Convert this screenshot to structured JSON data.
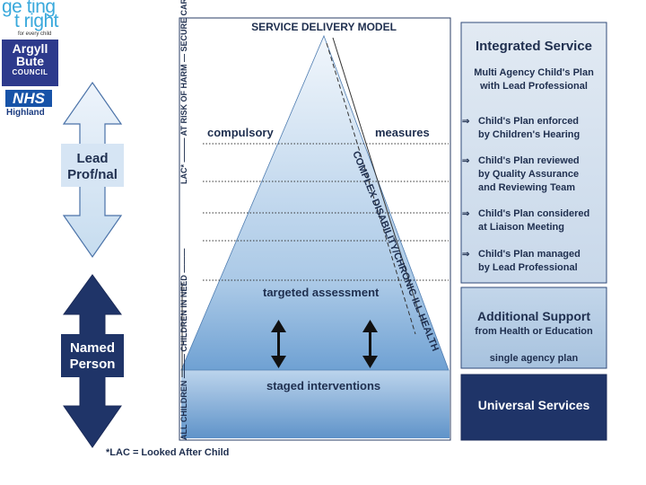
{
  "logos": {
    "getting_it_right_line1": "ge ting",
    "getting_it_right_line2": "t right",
    "getting_it_right_tagline": "for every child",
    "argyll_line1": "Argyll",
    "argyll_line2": "Bute",
    "argyll_line3": "COUNCIL",
    "nhs": "NHS",
    "highland": "Highland"
  },
  "diagram": {
    "title": "SERVICE DELIVERY MODEL",
    "compulsory": "compulsory",
    "measures": "measures",
    "targeted_assessment": "targeted assessment",
    "staged_interventions": "staged interventions",
    "complex_disability": "COMPLEX DISABILITY/CHRONIC ILL HEALTH",
    "side_axis_top": "LAC* ——— AT RISK OF HARM — SECURE CARE",
    "side_axis_bottom": "ALL CHILDREN ——— CHILDREN IN NEED ———",
    "footnote": "*LAC = Looked After Child"
  },
  "left_arrows": {
    "lead_line1": "Lead",
    "lead_line2": "Prof/nal",
    "named_line1": "Named",
    "named_line2": "Person"
  },
  "right_panels": {
    "integrated_title": "Integrated Service",
    "integrated_sub1": "Multi Agency Child's Plan",
    "integrated_sub2": "with Lead Professional",
    "items": [
      {
        "line1": "Child's Plan enforced",
        "line2": "by Children's Hearing",
        "line3": ""
      },
      {
        "line1": "Child's Plan reviewed",
        "line2": "by Quality Assurance",
        "line3": "and Reviewing Team"
      },
      {
        "line1": "Child's Plan considered",
        "line2": "at Liaison Meeting",
        "line3": ""
      },
      {
        "line1": "Child's Plan managed",
        "line2": "by Lead Professional",
        "line3": ""
      }
    ],
    "additional_title": "Additional Support",
    "additional_sub": "from Health or Education",
    "additional_plan": "single agency plan",
    "universal_title": "Universal Services"
  },
  "colors": {
    "navy": "#1f3468",
    "pyramid_top": "#e8f0f8",
    "pyramid_bottom": "#7aaad8",
    "panel_light": "#dfe8f2",
    "panel_mid": "#b6cde4"
  }
}
